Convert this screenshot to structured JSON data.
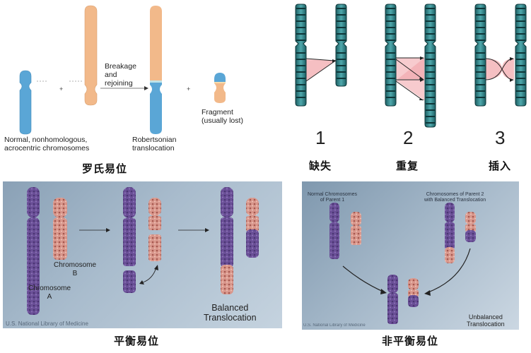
{
  "panels": {
    "robertsonian": {
      "title_cn": "罗氏易位",
      "label_left": [
        "Normal, nonhomologous,",
        "acrocentric chromosomes"
      ],
      "label_middle": [
        "Breakage",
        "and",
        "rejoining"
      ],
      "label_result": [
        "Robertsonian",
        "translocation"
      ],
      "label_fragment": [
        "Fragment",
        "(usually lost)"
      ],
      "plus_sign": "+",
      "colors": {
        "blue": "#5aa6d6",
        "orange": "#f2b98a"
      }
    },
    "structural": {
      "items": [
        {
          "number": "1",
          "label_cn": "缺失"
        },
        {
          "number": "2",
          "label_cn": "重复"
        },
        {
          "number": "3",
          "label_cn": "插入"
        }
      ],
      "colors": {
        "chromosome": "#2f8a8e",
        "dark_band": "#0e3638",
        "highlight": "#f2a9ae"
      }
    },
    "balanced": {
      "title_cn": "平衡易位",
      "label_chrom_b": [
        "Chromosome",
        "B"
      ],
      "label_chrom_a": [
        "Chromosome",
        "A"
      ],
      "label_result": [
        "Balanced",
        "Translocation"
      ],
      "credit": "U.S. National Library of Medicine",
      "colors": {
        "purple": "#6a4f97",
        "pink": "#d9978c"
      }
    },
    "unbalanced": {
      "title_cn": "非平衡易位",
      "label_parent1": [
        "Normal Chromosomes",
        "of Parent 1"
      ],
      "label_parent2": [
        "Chromosomes of Parent 2",
        "with Balanced Translocation"
      ],
      "label_result": [
        "Unbalanced",
        "Translocation"
      ],
      "credit": "U.S. National Library of Medicine"
    }
  }
}
